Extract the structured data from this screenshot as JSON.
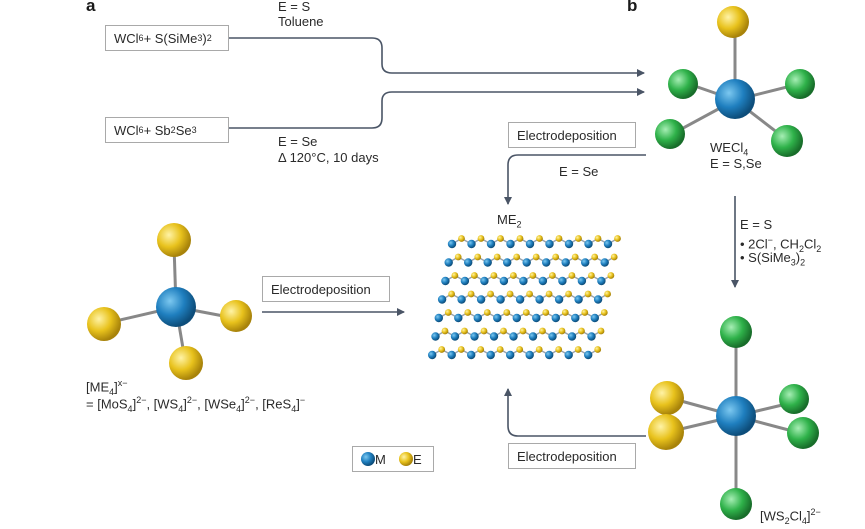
{
  "panel_a_letter": "a",
  "panel_b_letter": "b",
  "reaction_1": {
    "reactant_1": "WCl",
    "reactant_1_sub": "6",
    "reactant_2": " + S(SiMe",
    "reactant_2_sub": "3",
    "reactant_2_end": ")",
    "reactant_2_end_sub": "2",
    "condition_line_1": "E = S",
    "condition_line_2": "Toluene"
  },
  "reaction_2": {
    "reactant_1": "WCl",
    "reactant_1_sub": "6",
    "reactant_2": " + Sb",
    "reactant_2_sub": "2",
    "reactant_3": "Se",
    "reactant_3_sub": "3",
    "condition_line_1": "E = Se",
    "condition_line_2": "Δ 120°C, 10 days"
  },
  "product_weclu": {
    "name": "WECl",
    "name_sub": "4",
    "e_values": "E = S,Se"
  },
  "electrodeposition_top": "Electrodeposition",
  "electrodeposition_top_condition": "E = Se",
  "me2_label": "ME",
  "me2_sub": "2",
  "step_down": {
    "line_1": "E = S",
    "bullet_1a": "• 2Cl",
    "bullet_1a_sup": "−",
    "bullet_1b": ", CH",
    "bullet_1b_sub": "2",
    "bullet_1c": "Cl",
    "bullet_1c_sub": "2",
    "bullet_2a": "• S(SiMe",
    "bullet_2a_sub": "3",
    "bullet_2b": ")",
    "bullet_2b_sub": "2"
  },
  "electrodeposition_middle": "Electrodeposition",
  "electrodeposition_bottom": "Electrodeposition",
  "me4": {
    "line_1_a": "[ME",
    "line_1_sub": "4",
    "line_1_b": "]",
    "line_1_sup": "x−",
    "line_2_a": "= [MoS",
    "line_2_sub1": "4",
    "line_2_b": "]",
    "line_2_sup1": "2−",
    "line_2_c": ", [WS",
    "line_2_sub2": "4",
    "line_2_d": "]",
    "line_2_sup2": "2−",
    "line_2_e": ", [WSe",
    "line_2_sub3": "4",
    "line_2_f": "]",
    "line_2_sup3": "2−",
    "line_2_g": ", [ReS",
    "line_2_sub4": "4",
    "line_2_h": "]",
    "line_2_sup4": "−"
  },
  "ws2cl4": {
    "a": "[WS",
    "sub1": "2",
    "b": "Cl",
    "sub2": "4",
    "c": "]",
    "sup": "2−"
  },
  "legend": {
    "m_label": "M",
    "e_label": "E"
  },
  "colors": {
    "metal": "#1f7fbf",
    "chalcogen": "#e8c21c",
    "chlorine": "#2fb24a",
    "arrow": "#4a5566",
    "box_border": "#a9a9a9"
  }
}
